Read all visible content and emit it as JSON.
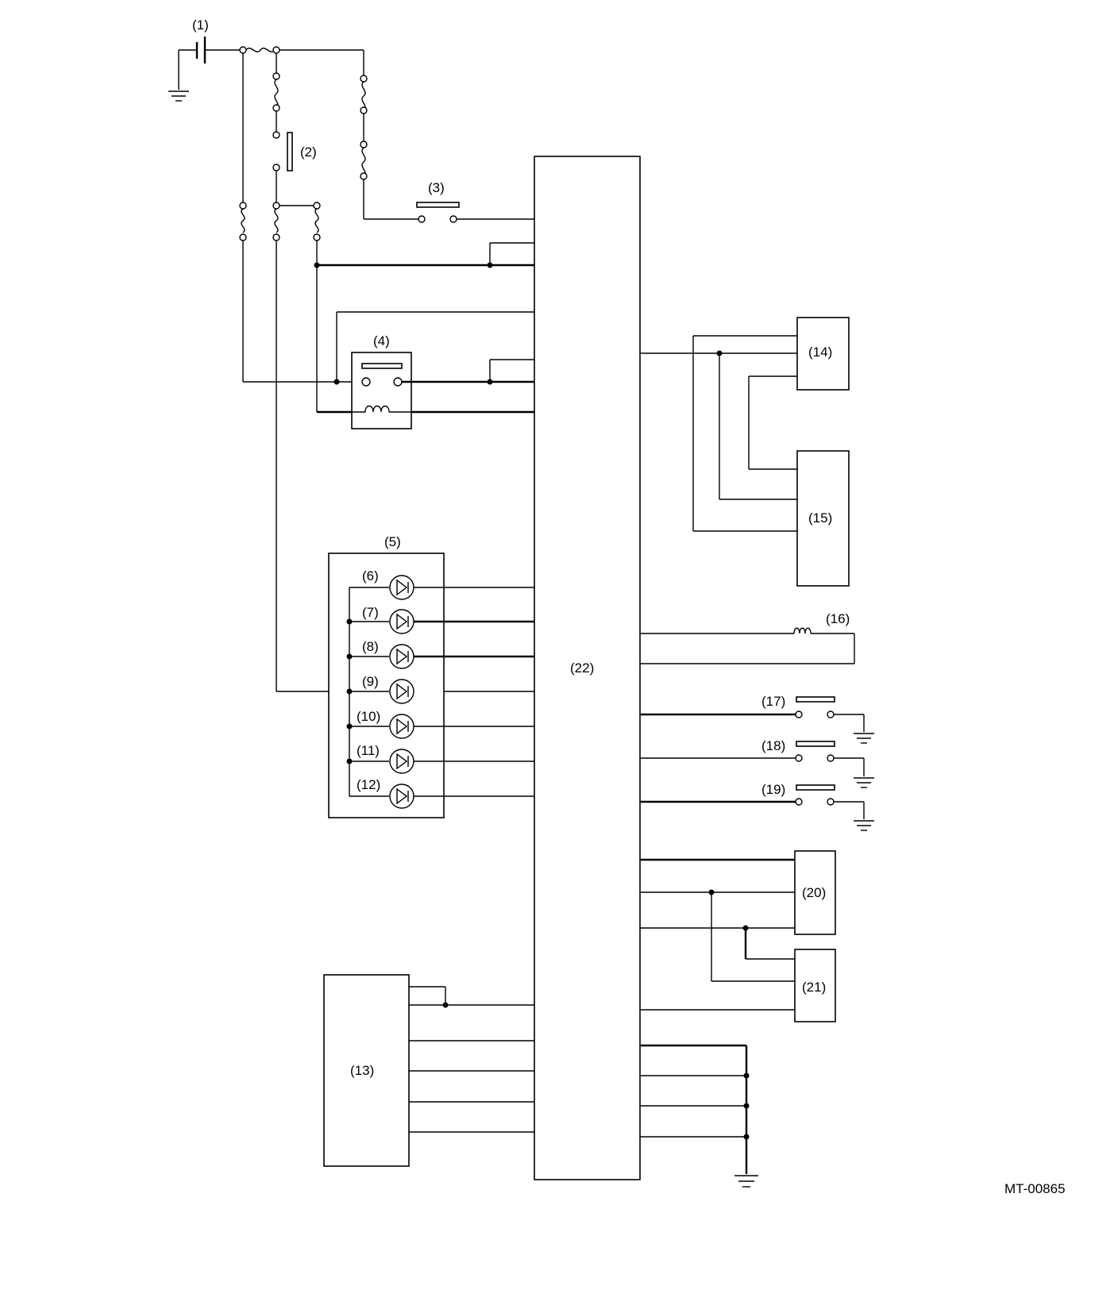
{
  "diagram": {
    "labels": {
      "c1": "(1)",
      "c2": "(2)",
      "c3": "(3)",
      "c4": "(4)",
      "c5": "(5)",
      "c6": "(6)",
      "c7": "(7)",
      "c8": "(8)",
      "c9": "(9)",
      "c10": "(10)",
      "c11": "(11)",
      "c12": "(12)",
      "c13": "(13)",
      "c14": "(14)",
      "c15": "(15)",
      "c16": "(16)",
      "c17": "(17)",
      "c18": "(18)",
      "c19": "(19)",
      "c20": "(20)",
      "c21": "(21)",
      "c22": "(22)"
    },
    "code": "MT-00865"
  }
}
